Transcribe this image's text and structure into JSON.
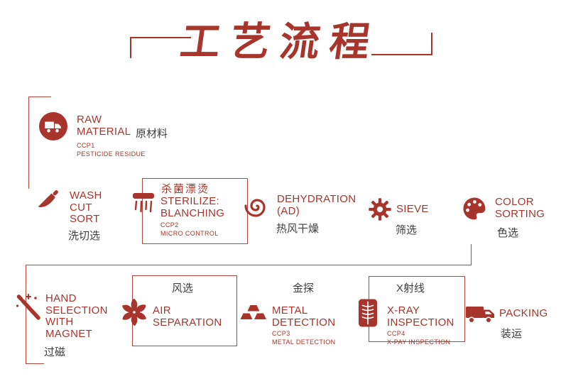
{
  "title": "工艺流程",
  "colors": {
    "red": "#a8352c",
    "dark_text": "#3f3f3f"
  },
  "steps": {
    "raw_material": {
      "lines": [
        "RAW",
        "MATERIAL"
      ],
      "zh": "原材料",
      "ccp": "CCP1",
      "ccp_desc": "PESTICIDE RESIDUE"
    },
    "wash_cut_sort": {
      "lines": [
        "WASH",
        "CUT",
        "SORT"
      ],
      "zh": "洗切选"
    },
    "sterilize": {
      "zh_title": "杀菌漂烫",
      "lines": [
        "STERILIZE:",
        "BLANCHING"
      ],
      "ccp": "CCP2",
      "ccp_desc": "MICRO CONTROL"
    },
    "dehydration": {
      "lines": [
        "DEHYDRATION",
        "(AD)"
      ],
      "zh": "热风干燥"
    },
    "sieve": {
      "lines": [
        "SIEVE"
      ],
      "zh": "筛选"
    },
    "color_sorting": {
      "lines": [
        "COLOR",
        "SORTING"
      ],
      "zh": "色选"
    },
    "hand_selection": {
      "lines": [
        "HAND",
        "SELECTION",
        "WITH",
        "MAGNET"
      ],
      "zh": "过磁"
    },
    "air_separation": {
      "zh_title": "风选",
      "lines": [
        "AIR",
        "SEPARATION"
      ]
    },
    "metal_detection": {
      "zh_title": "金探",
      "lines": [
        "METAL",
        "DETECTION"
      ],
      "ccp": "CCP3",
      "ccp_desc": "METAL DETECTION"
    },
    "xray_inspection": {
      "zh_title": "X射线",
      "lines": [
        "X-RAY",
        "INSPECTION"
      ],
      "ccp": "CCP4",
      "ccp_desc": "X-PAY INSPECTION"
    },
    "packing": {
      "lines": [
        "PACKING"
      ],
      "zh": "装运"
    }
  }
}
